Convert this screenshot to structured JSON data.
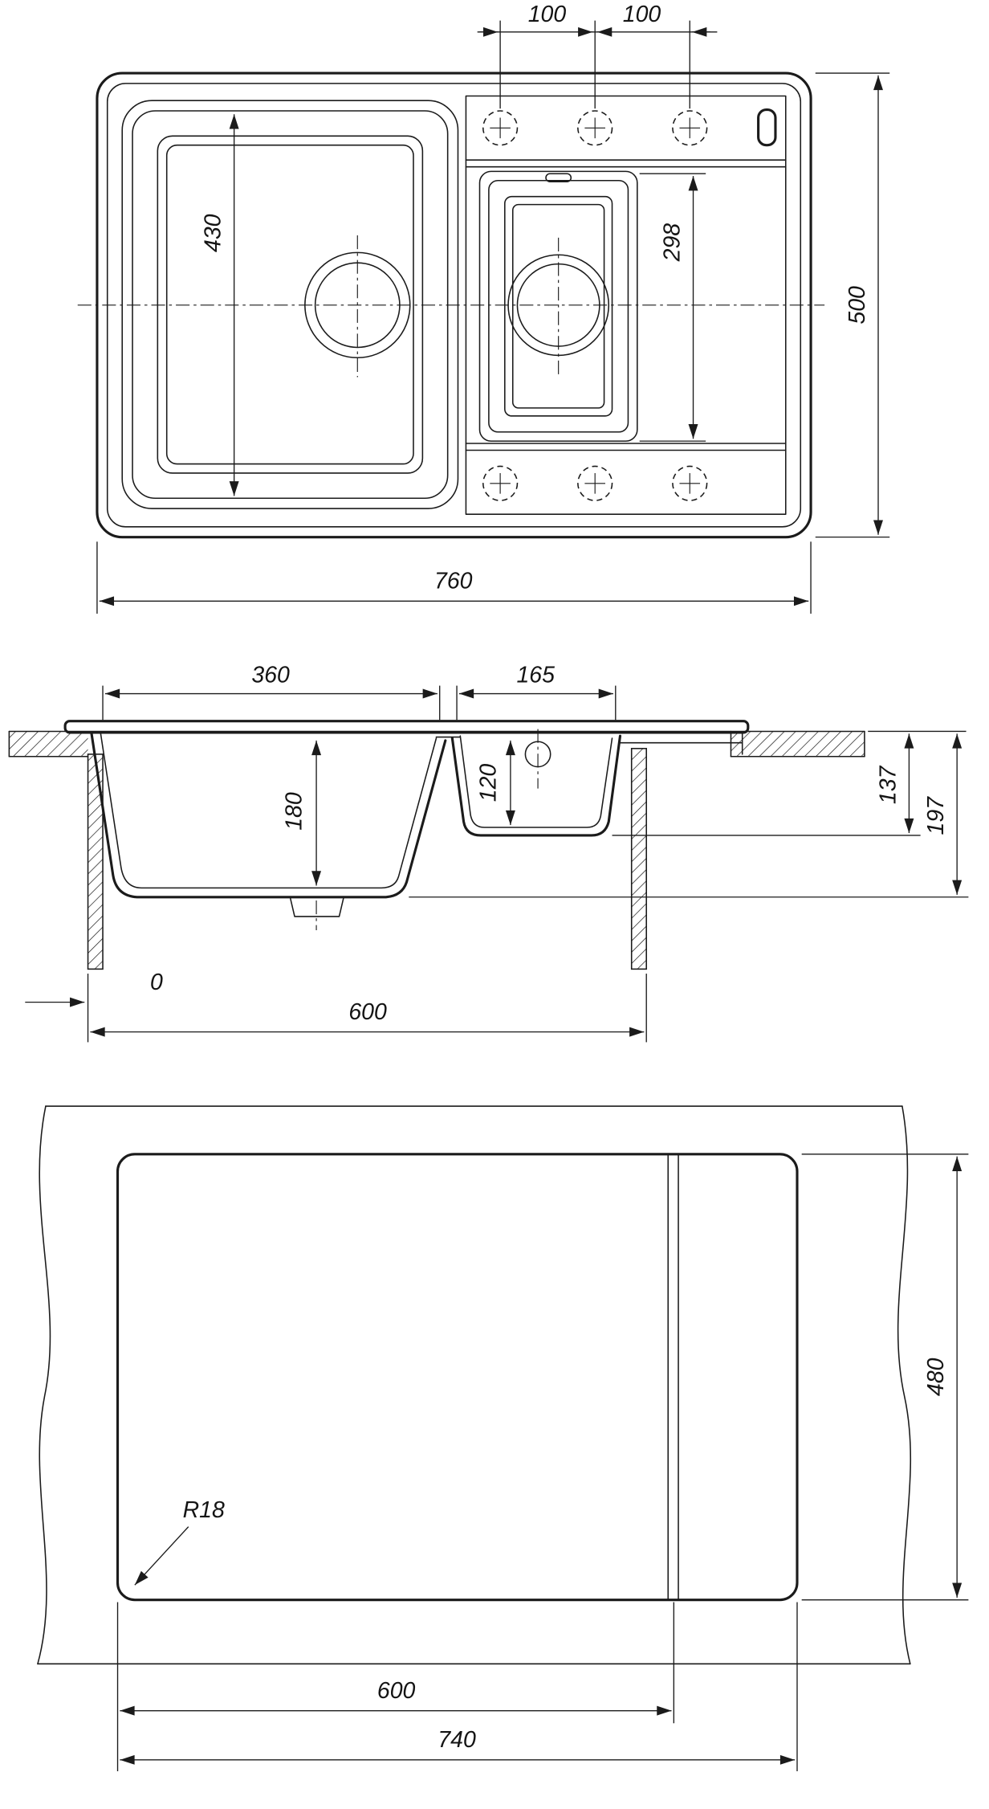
{
  "drawing_kind": "sink-installation-drawing",
  "plan": {
    "tap_spacing_left": "100",
    "tap_spacing_right": "100",
    "main_bowl_length": "430",
    "small_bowl_length": "298",
    "overall_depth": "500",
    "overall_width": "760"
  },
  "section": {
    "main_bowl_width": "360",
    "small_bowl_width": "165",
    "main_bowl_depth": "180",
    "small_bowl_depth": "120",
    "rim_to_small_bowl_bottom": "137",
    "rim_to_main_bowl_bottom": "197",
    "edge_offset": "0",
    "cabinet_width": "600"
  },
  "cutout": {
    "corner_radius": "R18",
    "depth": "480",
    "width_to_line": "600",
    "overall_width": "740"
  }
}
